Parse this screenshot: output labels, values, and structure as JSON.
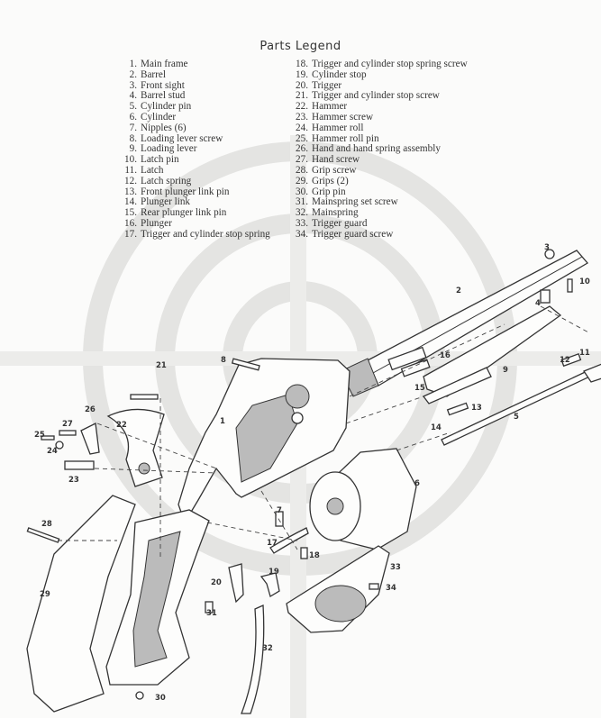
{
  "legend": {
    "title": "Parts Legend",
    "items": [
      {
        "n": "1.",
        "label": "Main frame"
      },
      {
        "n": "2.",
        "label": "Barrel"
      },
      {
        "n": "3.",
        "label": "Front sight"
      },
      {
        "n": "4.",
        "label": "Barrel stud"
      },
      {
        "n": "5.",
        "label": "Cylinder pin"
      },
      {
        "n": "6.",
        "label": "Cylinder"
      },
      {
        "n": "7.",
        "label": "Nipples (6)"
      },
      {
        "n": "8.",
        "label": "Loading lever screw"
      },
      {
        "n": "9.",
        "label": "Loading lever"
      },
      {
        "n": "10.",
        "label": "Latch pin"
      },
      {
        "n": "11.",
        "label": "Latch"
      },
      {
        "n": "12.",
        "label": "Latch spring"
      },
      {
        "n": "13.",
        "label": "Front plunger link pin"
      },
      {
        "n": "14.",
        "label": "Plunger link"
      },
      {
        "n": "15.",
        "label": "Rear plunger link pin"
      },
      {
        "n": "16.",
        "label": "Plunger"
      },
      {
        "n": "17.",
        "label": "Trigger and cylinder stop spring"
      },
      {
        "n": "18.",
        "label": "Trigger and cylinder stop spring screw"
      },
      {
        "n": "19.",
        "label": "Cylinder stop"
      },
      {
        "n": "20.",
        "label": "Trigger"
      },
      {
        "n": "21.",
        "label": "Trigger and cylinder stop screw"
      },
      {
        "n": "22.",
        "label": "Hammer"
      },
      {
        "n": "23.",
        "label": "Hammer screw"
      },
      {
        "n": "24.",
        "label": "Hammer roll"
      },
      {
        "n": "25.",
        "label": "Hammer roll pin"
      },
      {
        "n": "26.",
        "label": "Hand and hand spring assembly"
      },
      {
        "n": "27.",
        "label": "Hand screw"
      },
      {
        "n": "28.",
        "label": "Grip screw"
      },
      {
        "n": "29.",
        "label": "Grips (2)"
      },
      {
        "n": "30.",
        "label": "Grip pin"
      },
      {
        "n": "31.",
        "label": "Mainspring set screw"
      },
      {
        "n": "32.",
        "label": "Mainspring"
      },
      {
        "n": "33.",
        "label": "Trigger guard"
      },
      {
        "n": "34.",
        "label": "Trigger guard screw"
      }
    ]
  },
  "callouts": [
    "1",
    "2",
    "3",
    "4",
    "5",
    "6",
    "7",
    "8",
    "9",
    "10",
    "11",
    "12",
    "13",
    "14",
    "15",
    "16",
    "17",
    "18",
    "19",
    "20",
    "21",
    "22",
    "23",
    "24",
    "25",
    "26",
    "27",
    "28",
    "29",
    "30",
    "31",
    "32",
    "33",
    "34"
  ],
  "colors": {
    "ink": "#333333",
    "watermark": "#e6e6e4",
    "paper": "#fbfbfa"
  }
}
